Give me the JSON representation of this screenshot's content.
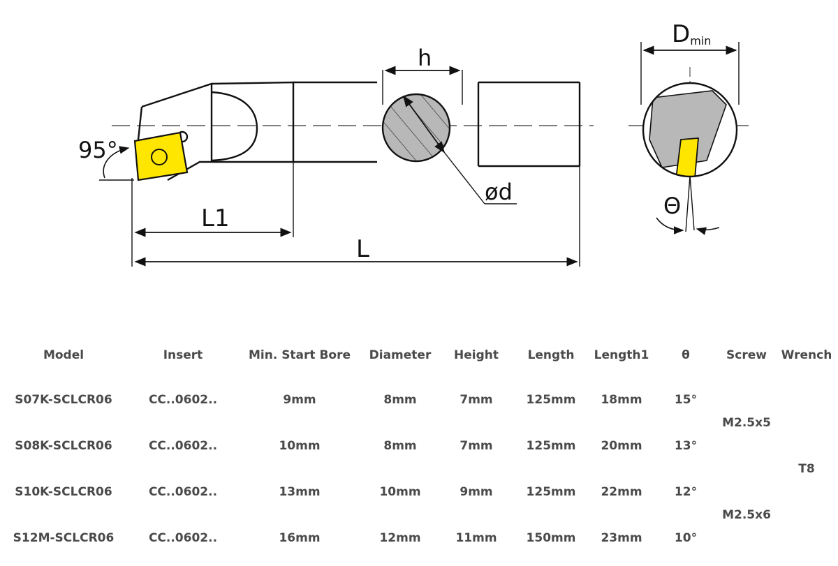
{
  "drawing": {
    "labels": {
      "angle": "95°",
      "l1": "L1",
      "l": "L",
      "h": "h",
      "d": "ød",
      "dmin_main": "D",
      "dmin_sub": "min",
      "theta": "Θ"
    },
    "colors": {
      "line": "#111111",
      "insert": "#ffe600",
      "section_fill": "#b8b8b8",
      "dash": "#555555"
    }
  },
  "table": {
    "headers": [
      "Model",
      "Insert",
      "Min. Start Bore",
      "Diameter",
      "Height",
      "Length",
      "Length1",
      "θ",
      "Screw",
      "Wrench"
    ],
    "rows": [
      [
        "S07K-SCLCR06",
        "CC..0602..",
        "9mm",
        "8mm",
        "7mm",
        "125mm",
        "18mm",
        "15°"
      ],
      [
        "S08K-SCLCR06",
        "CC..0602..",
        "10mm",
        "8mm",
        "7mm",
        "125mm",
        "20mm",
        "13°"
      ],
      [
        "S10K-SCLCR06",
        "CC..0602..",
        "13mm",
        "10mm",
        "9mm",
        "125mm",
        "22mm",
        "12°"
      ],
      [
        "S12M-SCLCR06",
        "CC..0602..",
        "16mm",
        "12mm",
        "11mm",
        "150mm",
        "23mm",
        "10°"
      ]
    ],
    "screw_groups": [
      "M2.5x5",
      "M2.5x6"
    ],
    "wrench": "T8"
  }
}
